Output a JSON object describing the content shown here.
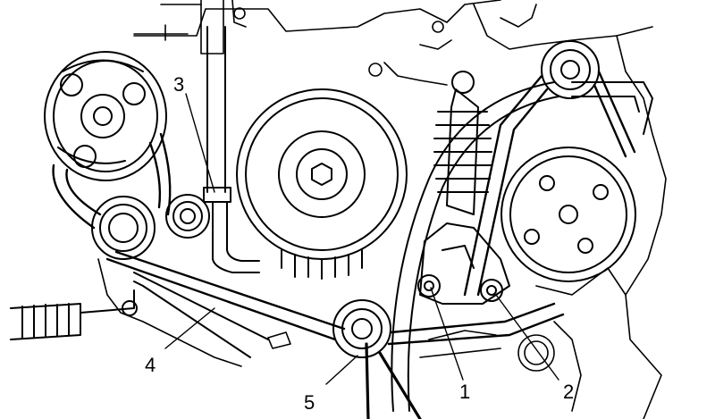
{
  "diagram": {
    "colors": {
      "line": "#000000",
      "background": "#ffffff"
    },
    "callouts": [
      {
        "id": "c1",
        "text": "1"
      },
      {
        "id": "c2",
        "text": "2"
      },
      {
        "id": "c3",
        "text": "3"
      },
      {
        "id": "c4",
        "text": "4"
      },
      {
        "id": "c5",
        "text": "5"
      }
    ]
  }
}
